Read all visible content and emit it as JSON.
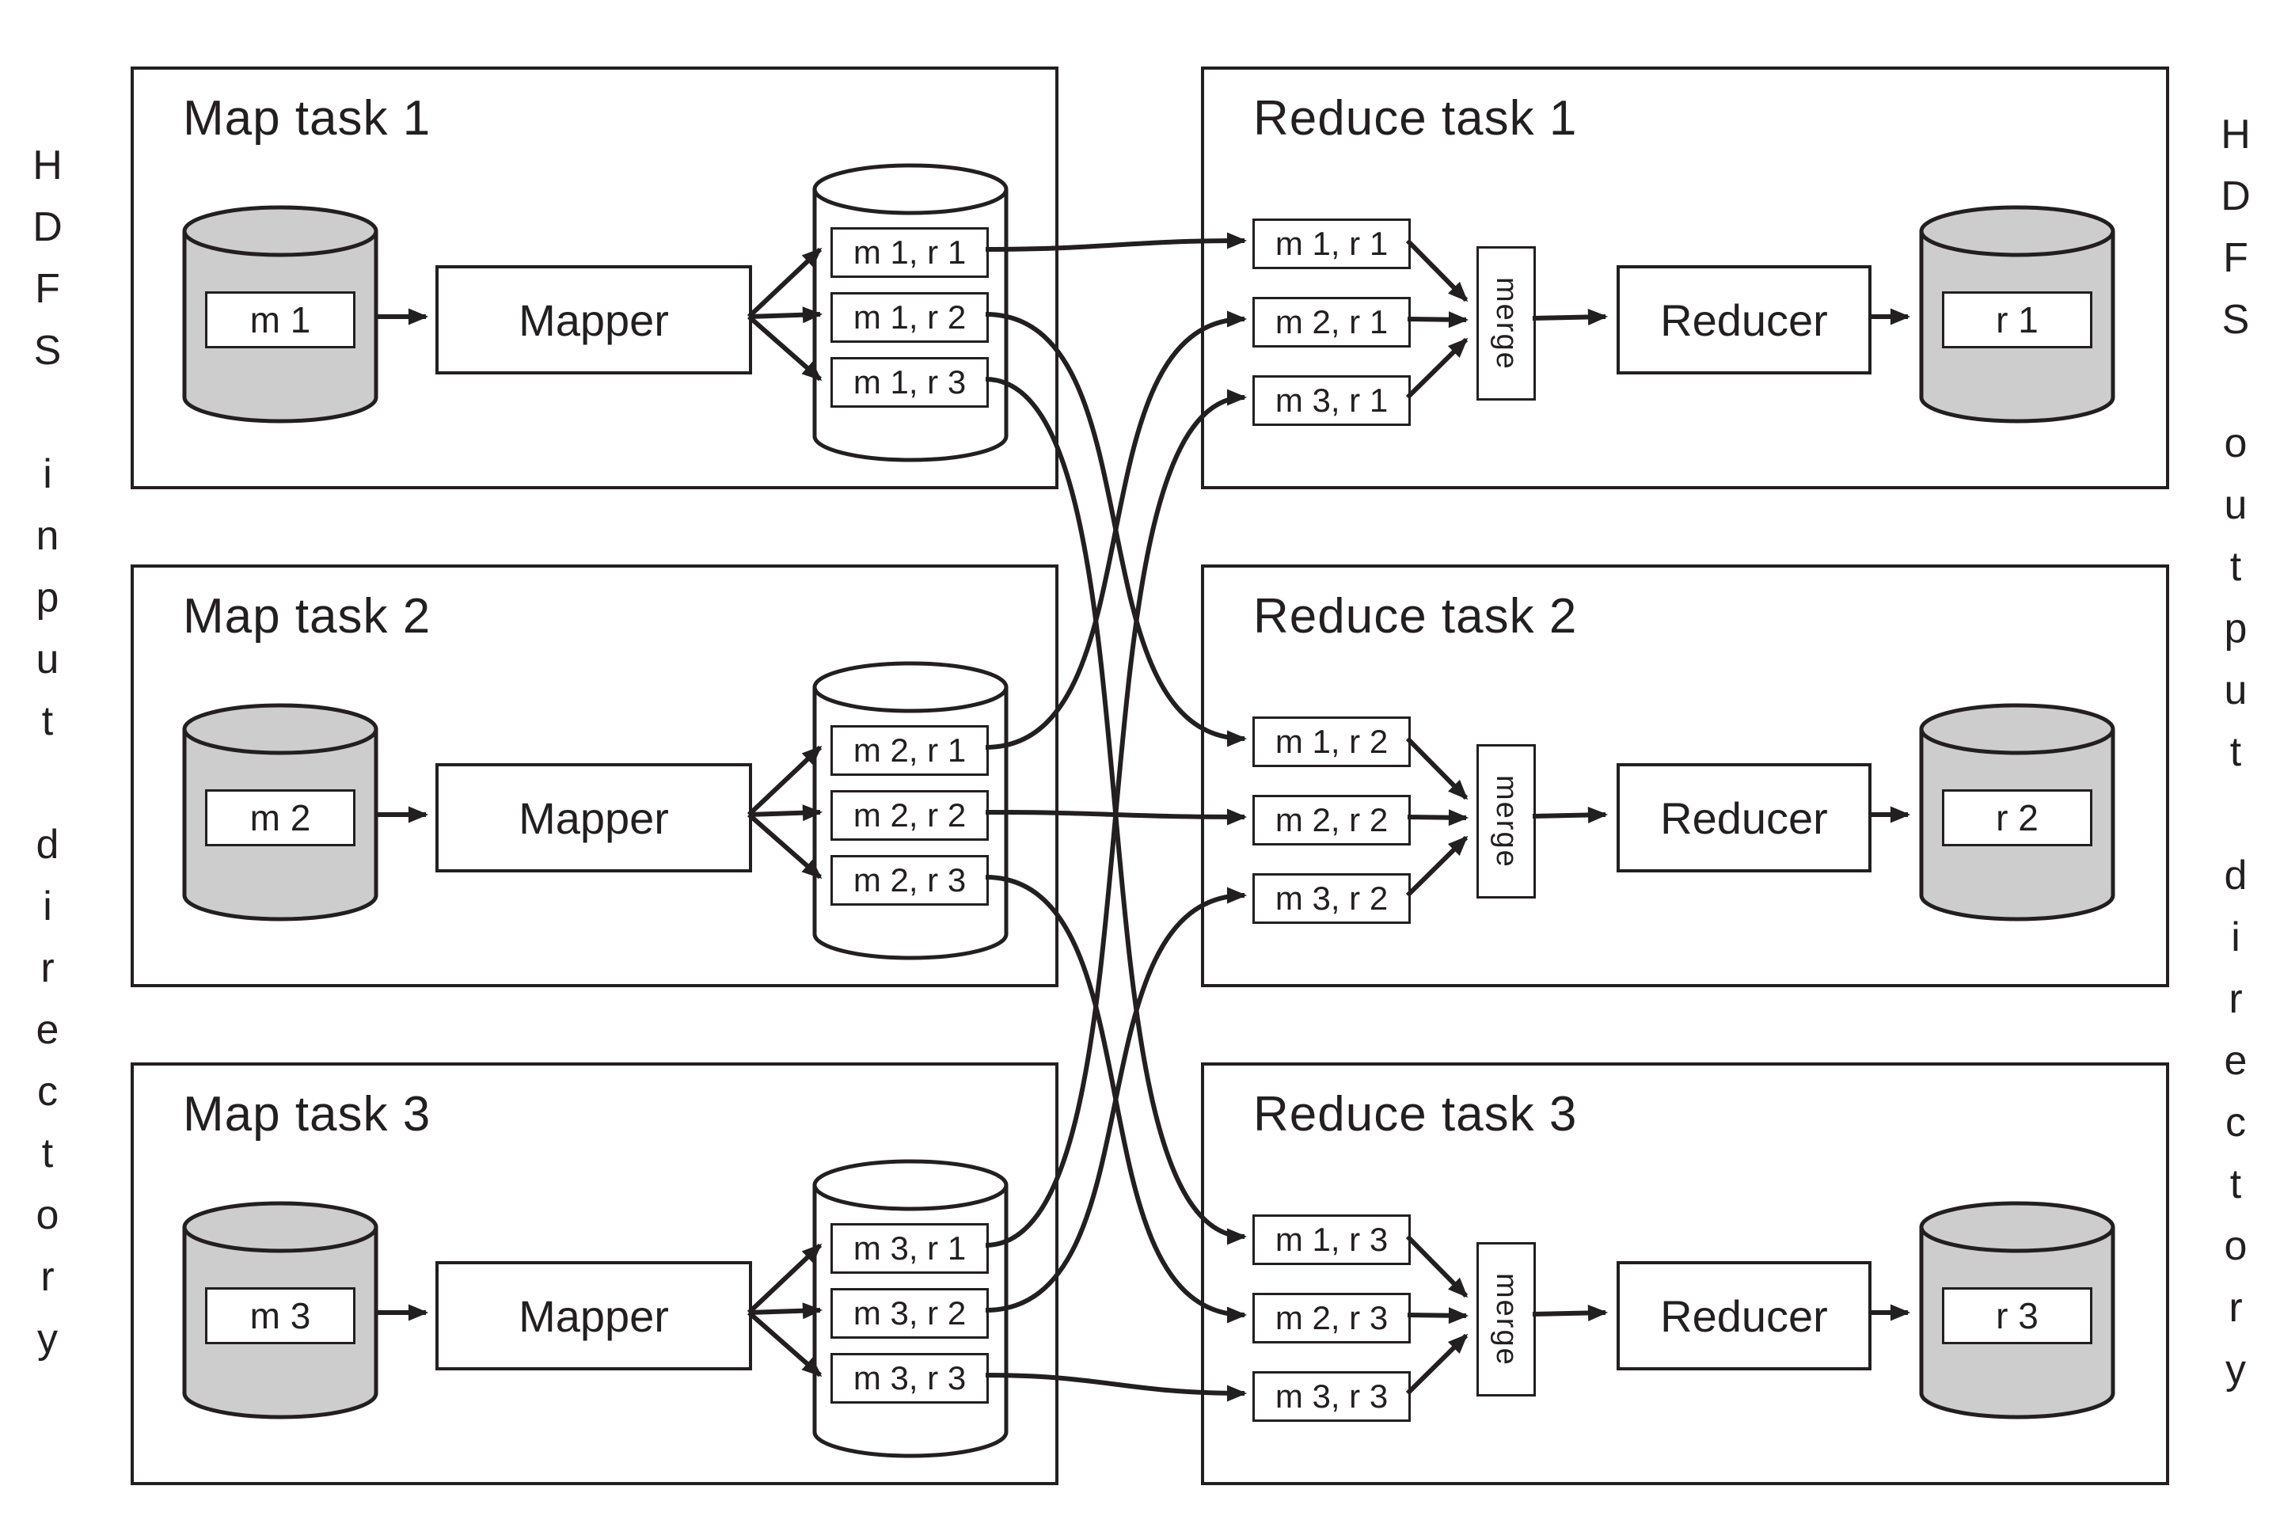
{
  "colors": {
    "ink": "#231f20",
    "cylinder_fill": "#cdcdcd",
    "background": "#ffffff"
  },
  "side_labels": {
    "left": "HDFS input directory",
    "right": "HDFS output directory"
  },
  "map_tasks": [
    {
      "title": "Map task 1",
      "input": "m 1",
      "mapper": "Mapper",
      "outputs": [
        "m 1, r 1",
        "m 1, r 2",
        "m 1, r 3"
      ]
    },
    {
      "title": "Map task 2",
      "input": "m 2",
      "mapper": "Mapper",
      "outputs": [
        "m 2, r 1",
        "m 2, r 2",
        "m 2, r 3"
      ]
    },
    {
      "title": "Map task 3",
      "input": "m 3",
      "mapper": "Mapper",
      "outputs": [
        "m 3, r 1",
        "m 3, r 2",
        "m 3, r 3"
      ]
    }
  ],
  "reduce_tasks": [
    {
      "title": "Reduce task 1",
      "inputs": [
        "m 1, r 1",
        "m 2, r 1",
        "m 3, r 1"
      ],
      "merge": "merge",
      "reducer": "Reducer",
      "output": "r 1"
    },
    {
      "title": "Reduce task 2",
      "inputs": [
        "m 1, r 2",
        "m 2, r 2",
        "m 3, r 2"
      ],
      "merge": "merge",
      "reducer": "Reducer",
      "output": "r 2"
    },
    {
      "title": "Reduce task 3",
      "inputs": [
        "m 1, r 3",
        "m 2, r 3",
        "m 3, r 3"
      ],
      "merge": "merge",
      "reducer": "Reducer",
      "output": "r 3"
    }
  ]
}
